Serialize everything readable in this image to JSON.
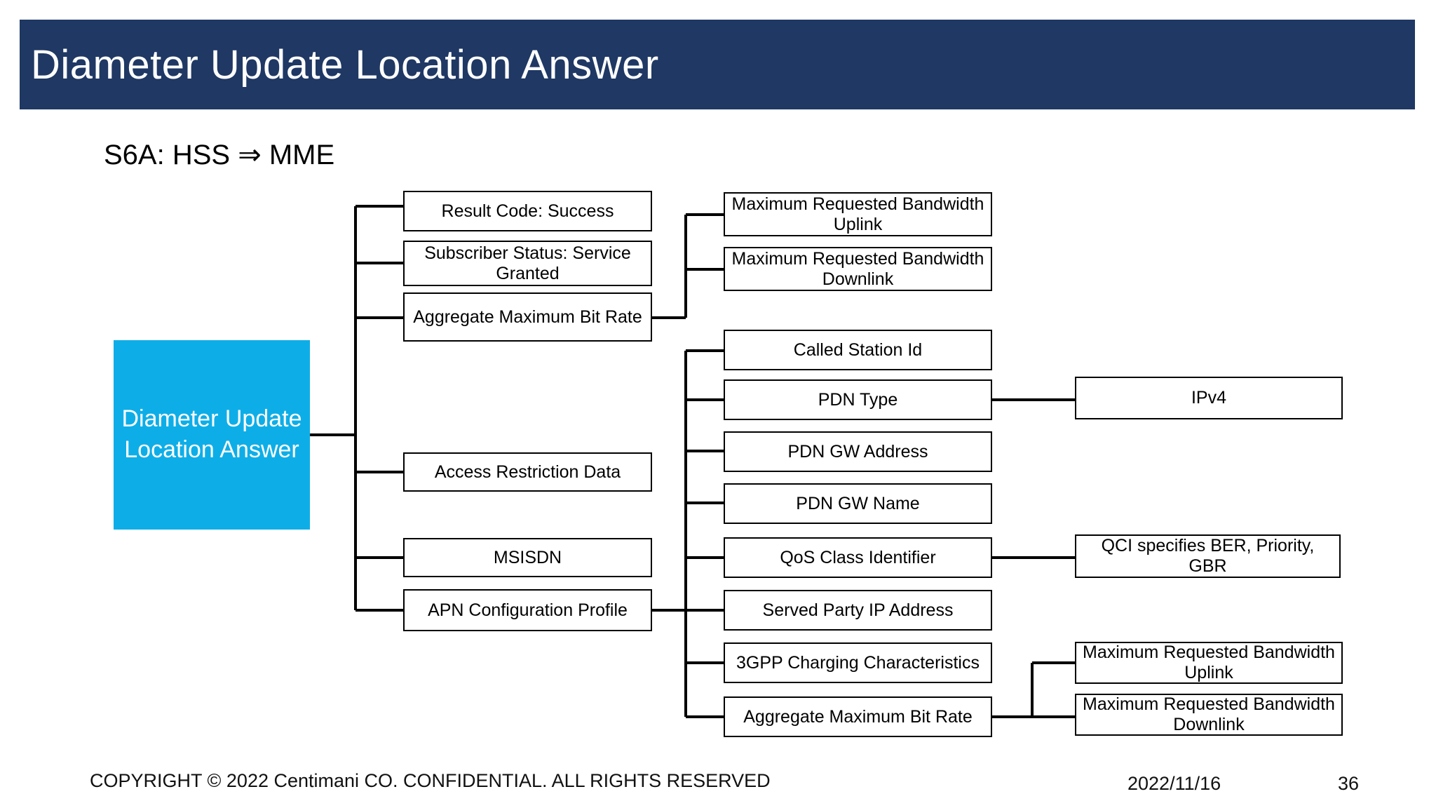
{
  "slide": {
    "title": "Diameter Update Location Answer",
    "subtitle": "S6A: HSS  ⇒  MME",
    "title_bar_color": "#1F3864",
    "root_node_color": "#0DAEE8"
  },
  "footer": {
    "copyright": "COPYRIGHT © 2022 Centimani CO. CONFIDENTIAL. ALL RIGHTS RESERVED",
    "date": "2022/11/16",
    "page_number": "36"
  },
  "diagram": {
    "type": "tree",
    "root": {
      "label": "Diameter Update Location Answer"
    },
    "level1": [
      {
        "label": "Result Code: Success"
      },
      {
        "label": "Subscriber Status: Service Granted"
      },
      {
        "label": "Aggregate Maximum Bit Rate"
      },
      {
        "label": "Access Restriction Data"
      },
      {
        "label": "MSISDN"
      },
      {
        "label": "APN Configuration Profile"
      }
    ],
    "level2_ambr": [
      {
        "label": "Maximum Requested Bandwidth Uplink"
      },
      {
        "label": "Maximum Requested Bandwidth Downlink"
      }
    ],
    "level2_apn": [
      {
        "label": "Called Station Id"
      },
      {
        "label": "PDN Type"
      },
      {
        "label": "PDN GW Address"
      },
      {
        "label": "PDN GW Name"
      },
      {
        "label": "QoS Class Identifier"
      },
      {
        "label": "Served Party IP Address"
      },
      {
        "label": "3GPP Charging Characteristics"
      },
      {
        "label": "Aggregate Maximum Bit Rate"
      }
    ],
    "level3": [
      {
        "label": "IPv4"
      },
      {
        "label": "QCI specifies BER, Priority, GBR"
      },
      {
        "label": "Maximum Requested Bandwidth Uplink"
      },
      {
        "label": "Maximum Requested Bandwidth Downlink"
      }
    ]
  }
}
